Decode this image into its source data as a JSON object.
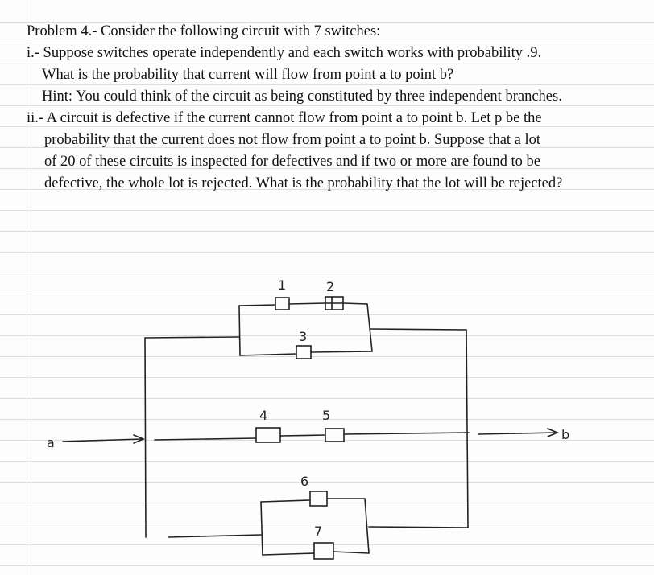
{
  "problem": {
    "title": "Problem 4.- Consider the following circuit with 7 switches:",
    "part_i": {
      "line1": "i.- Suppose switches operate independently  and each switch works with probability  .9.",
      "line2": "What  is the  probability  that  current will flow from point a to point b?",
      "hint": "Hint:   You could think  of the circuit  as being constituted by three  independent branches."
    },
    "part_ii": {
      "line1": "ii.- A circuit is defective if the current cannot flow from point a to point b. Let p be the",
      "line2": "probability that  the current does not flow from point a to point b. Suppose that  a lot",
      "line3": "of 20 of these circuits is inspected for defectives and if two or more are found to be",
      "line4": "defective, the whole lot is rejected.  What is the probability  that  the lot will be rejected?"
    }
  },
  "diagram": {
    "point_a": "a",
    "point_b": "b",
    "switch_labels": [
      "1",
      "2",
      "3",
      "4",
      "5",
      "6",
      "7"
    ]
  }
}
